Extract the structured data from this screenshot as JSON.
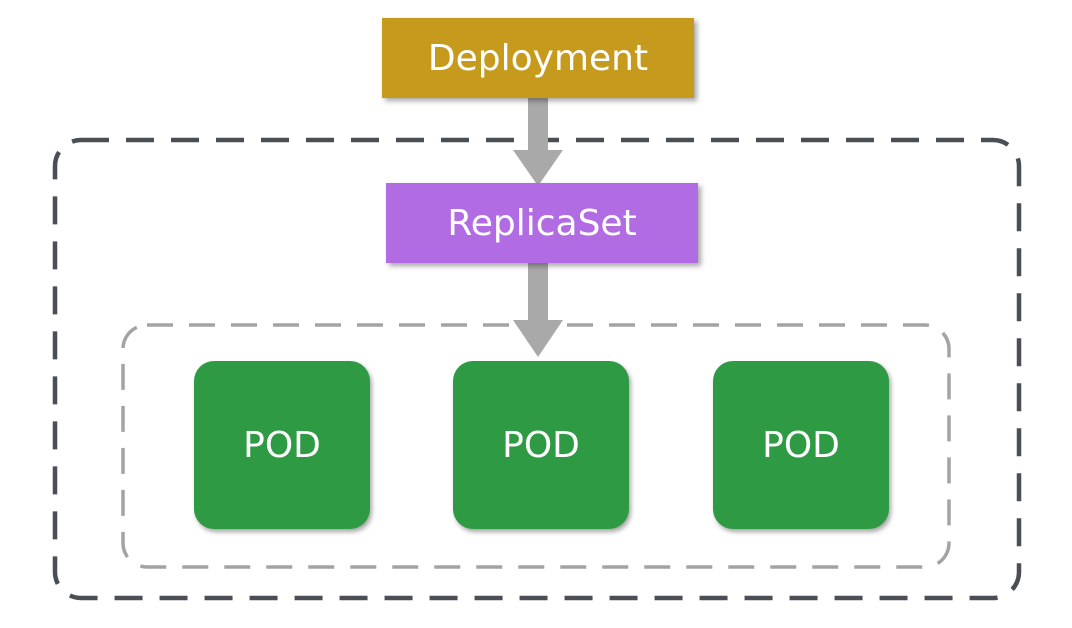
{
  "deployment": {
    "label": "Deployment",
    "color": "#c69a1c"
  },
  "replicaset": {
    "label": "ReplicaSet",
    "color": "#b26ce3"
  },
  "pods": [
    {
      "label": "POD"
    },
    {
      "label": "POD"
    },
    {
      "label": "POD"
    }
  ],
  "pod_color": "#2e9a44",
  "arrow_color": "#a9a9a9",
  "outer_group_border_color": "#4a4f55",
  "inner_group_border_color": "#a3a3a3"
}
